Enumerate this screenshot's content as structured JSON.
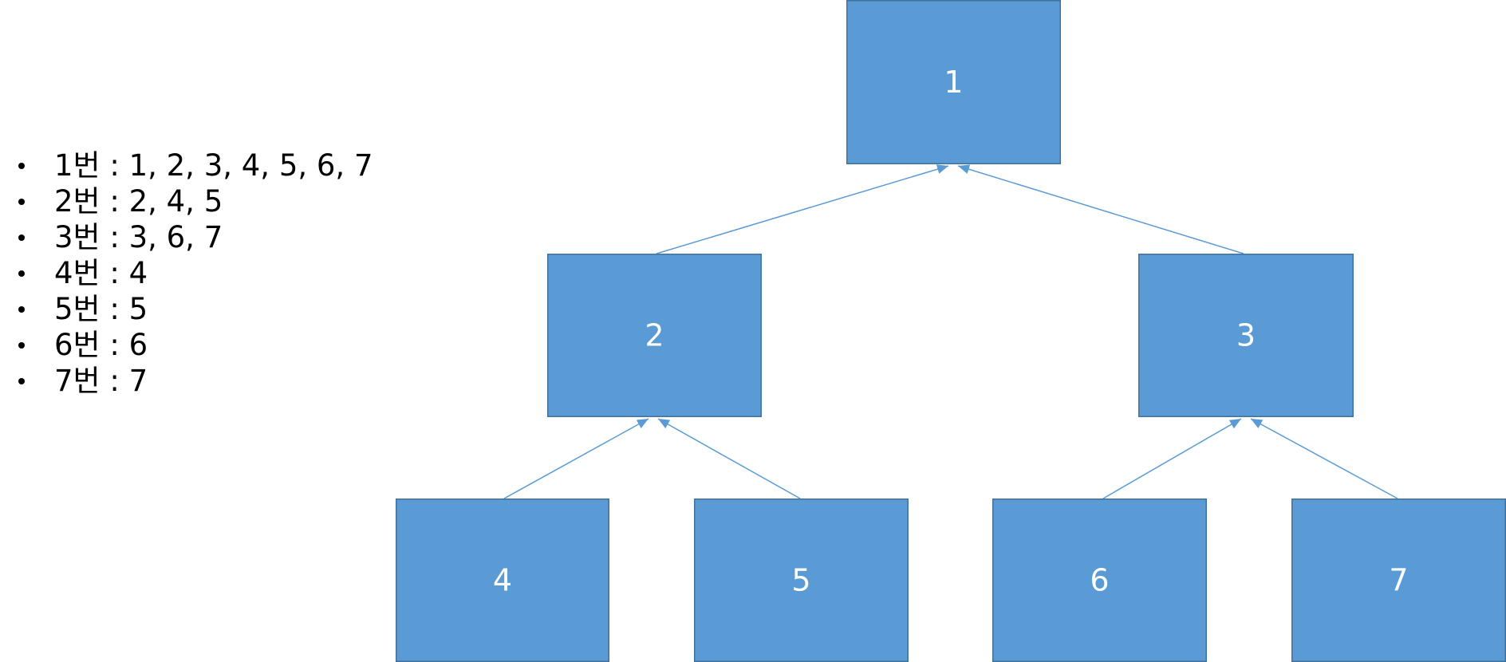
{
  "list": [
    {
      "text": "1번 : 1, 2, 3, 4, 5, 6, 7"
    },
    {
      "text": "2번 : 2, 4, 5"
    },
    {
      "text": "3번 : 3, 6, 7"
    },
    {
      "text": "4번 : 4"
    },
    {
      "text": "5번 : 5"
    },
    {
      "text": "6번 : 6"
    },
    {
      "text": "7번 : 7"
    }
  ],
  "tree": {
    "nodes": [
      {
        "label": "1"
      },
      {
        "label": "2"
      },
      {
        "label": "3"
      },
      {
        "label": "4"
      },
      {
        "label": "5"
      },
      {
        "label": "6"
      },
      {
        "label": "7"
      }
    ],
    "edges": [
      {
        "from": "2",
        "to": "1"
      },
      {
        "from": "3",
        "to": "1"
      },
      {
        "from": "4",
        "to": "2"
      },
      {
        "from": "5",
        "to": "2"
      },
      {
        "from": "6",
        "to": "3"
      },
      {
        "from": "7",
        "to": "3"
      }
    ]
  },
  "colors": {
    "node_fill": "#5b9bd5",
    "node_stroke": "#41719c",
    "edge": "#5b9bd5",
    "text": "#ffffff"
  }
}
